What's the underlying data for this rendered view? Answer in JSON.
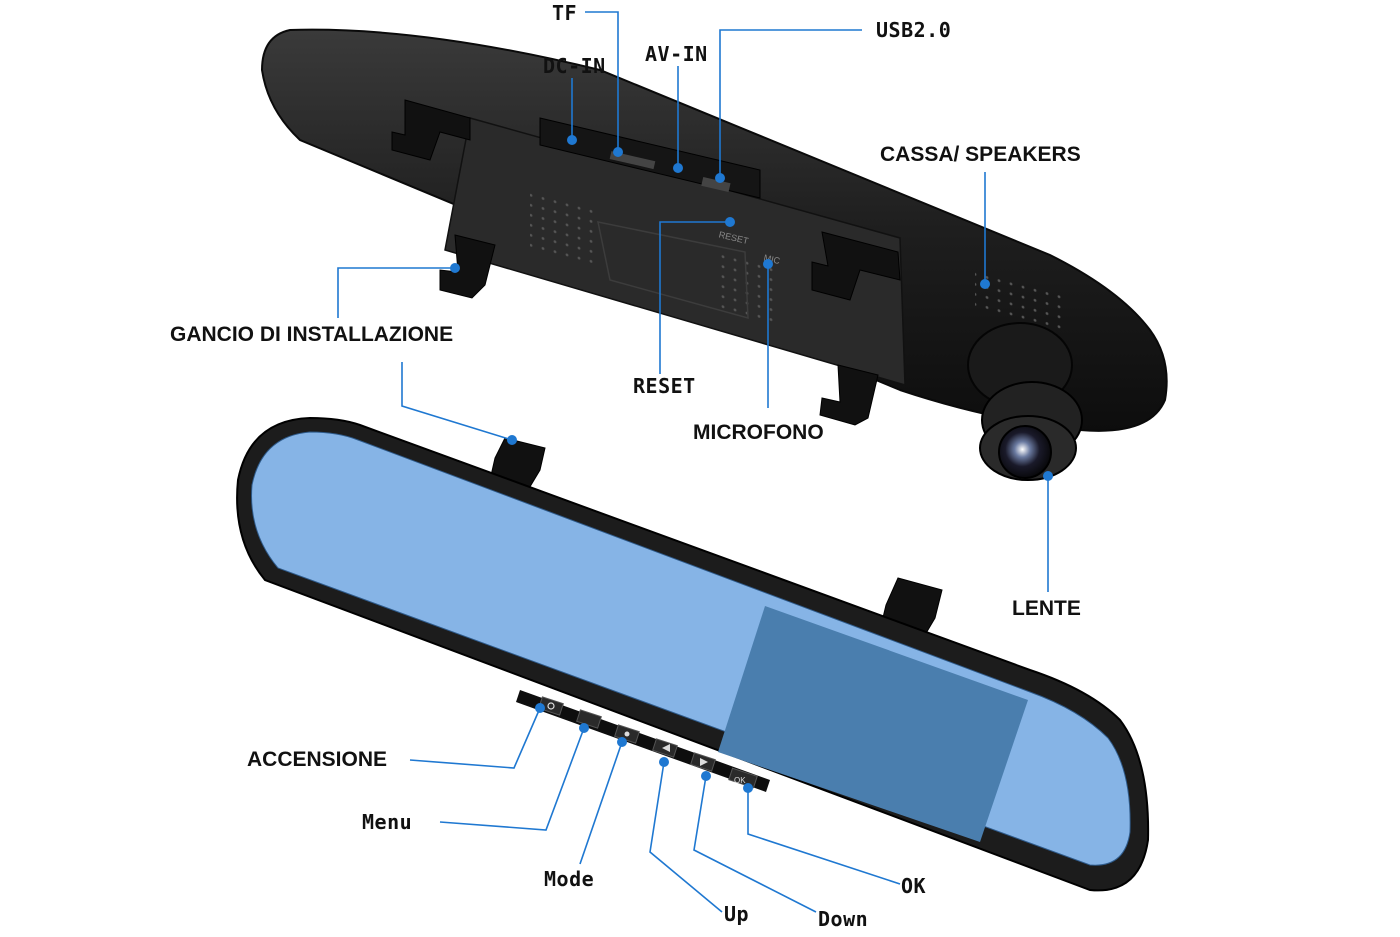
{
  "labels": {
    "tf": "TF",
    "dc_in": "DC-IN",
    "av_in": "AV-IN",
    "usb": "USB2.0",
    "speakers": "CASSA/ SPEAKERS",
    "hook": "GANCIO DI INSTALLAZIONE",
    "reset": "RESET",
    "microphone": "MICROFONO",
    "lens": "LENTE",
    "power": "ACCENSIONE",
    "menu": "Menu",
    "mode": "Mode",
    "up": "Up",
    "down": "Down",
    "ok": "OK"
  },
  "device_markings": {
    "reset": "RESET",
    "mic": "MIC",
    "ok_button": "OK"
  },
  "colors": {
    "leader_line": "#1f78d1",
    "body": "#1b1b1b",
    "mirror": "#86b4e6",
    "screen": "#4a7eae"
  }
}
